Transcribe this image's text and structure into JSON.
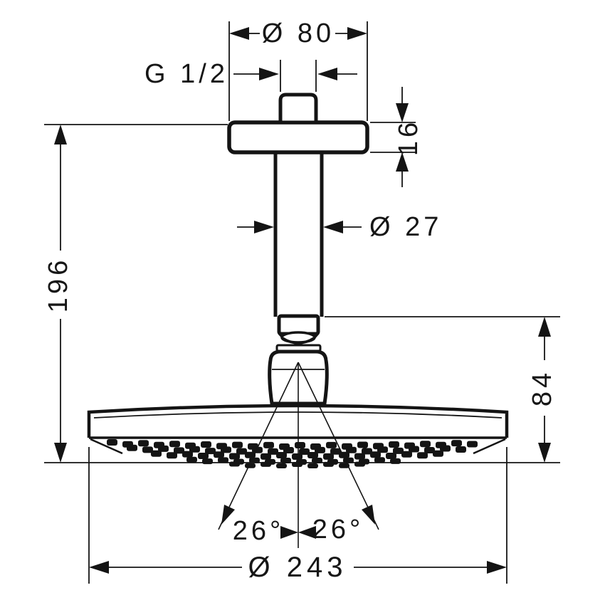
{
  "drawing": {
    "type": "technical-dimension-drawing",
    "subject": "ceiling-mounted overhead shower with shower arm",
    "background_color": "#ffffff",
    "line_color": "#141414",
    "labels": {
      "flange_diameter": "Ø 80",
      "thread_size": "G 1/2",
      "flange_thickness": "16",
      "arm_diameter": "Ø 27",
      "overall_height": "196",
      "head_height": "84",
      "spray_angle_left": "26°",
      "spray_angle_right": "26°",
      "head_diameter": "Ø 243"
    }
  }
}
